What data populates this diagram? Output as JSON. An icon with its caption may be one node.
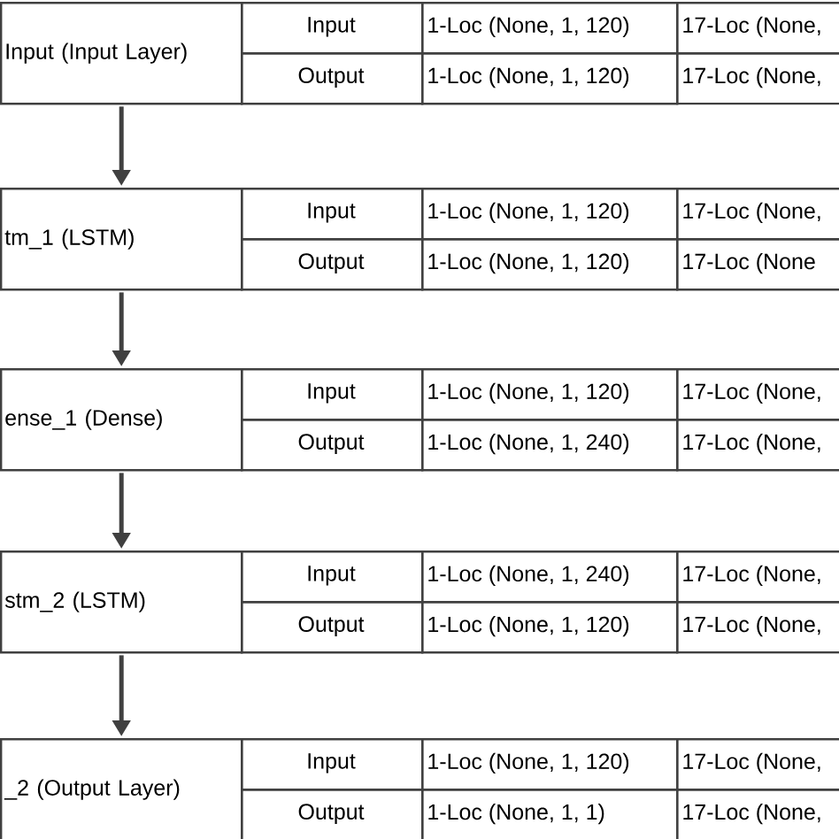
{
  "diagram": {
    "nodes": [
      {
        "text": [
          "Input (Input Layer)"
        ]
      },
      {
        "text": [
          "tm_1 (LSTM)"
        ]
      },
      {
        "text": [
          "ense_1 (Dense)"
        ]
      },
      {
        "text": [
          "stm_2 (LSTM)"
        ]
      },
      {
        "text": [
          "_2 (Output Layer)"
        ]
      }
    ],
    "edges": [
      {
        "from": 0,
        "to": 1,
        "arrow": "to"
      },
      {
        "from": 1,
        "to": 2,
        "arrow": "to"
      },
      {
        "from": 2,
        "to": 3,
        "arrow": "to"
      },
      {
        "from": 3,
        "to": 4,
        "arrow": "to"
      }
    ],
    "labels": [
      "Input",
      "1-Loc (None, 1, 120)",
      "17-Loc (None,",
      "Output",
      "1-Loc (None, 1, 120)",
      "17-Loc (None,",
      "Input",
      "1-Loc (None, 1, 120)",
      "17-Loc (None,",
      "Output",
      "1-Loc (None, 1, 120)",
      "17-Loc (None",
      "Input",
      "1-Loc (None, 1, 120)",
      "17-Loc (None,",
      "Output",
      "1-Loc (None, 1, 240)",
      "17-Loc (None,",
      "Input",
      "1-Loc (None, 1, 240)",
      "17-Loc (None,",
      "Output",
      "1-Loc (None, 1, 120)",
      "17-Loc (None,",
      "Input",
      "1-Loc (None, 1, 120)",
      "17-Loc (None,",
      "Output",
      "1-Loc (None, 1, 1)",
      "17-Loc (None,"
    ]
  }
}
